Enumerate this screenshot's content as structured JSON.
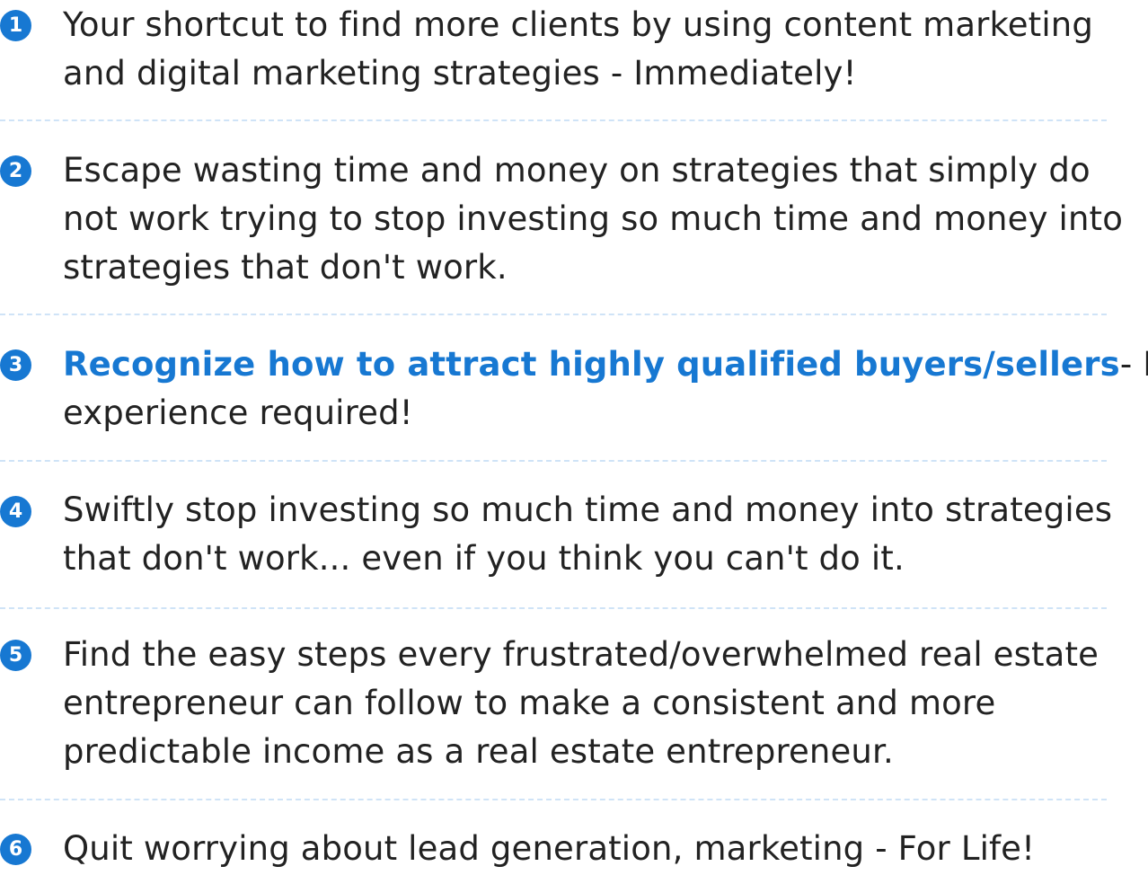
{
  "accent_color": "#1778d2",
  "divider_color": "#cfe3f7",
  "items": [
    {
      "number": "1",
      "lines": [
        "Your shortcut to find more clients by using content marketing",
        "and digital marketing strategies - Immediately!"
      ]
    },
    {
      "number": "2",
      "lines": [
        "Escape wasting time and money on strategies that simply do",
        "not work trying to stop investing so much time and money into",
        "strategies that don't work."
      ]
    },
    {
      "number": "3",
      "highlight": "Recognize how to attract highly qualified buyers/sellers",
      "highlight_rest": "- No",
      "lines": [
        "",
        "experience required!"
      ]
    },
    {
      "number": "4",
      "lines": [
        "Swiftly stop investing so much time and money into strategies",
        "that don't work... even if you think you can't do it."
      ]
    },
    {
      "number": "5",
      "lines": [
        "Find the easy steps every frustrated/overwhelmed real estate",
        "entrepreneur can follow to make a consistent and more",
        "predictable income as a real estate entrepreneur."
      ]
    },
    {
      "number": "6",
      "lines": [
        "Quit worrying about lead generation, marketing - For Life!"
      ]
    }
  ]
}
